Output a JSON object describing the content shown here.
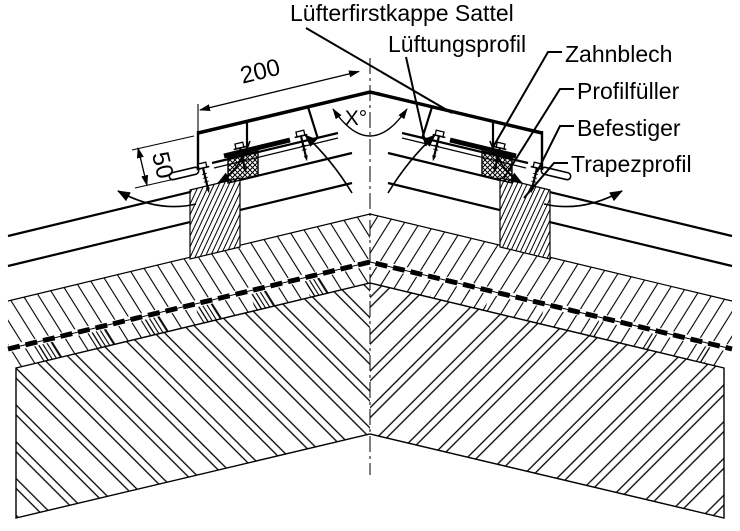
{
  "drawing": {
    "title_context": "roof-ridge-ventilation-detail",
    "background_color": "#ffffff",
    "line_color": "#000000",
    "labels": {
      "ridge_cap": "Lüfterfirstkappe Sattel",
      "vent_profile": "Lüftungsprofil",
      "tooth_sheet": "Zahnblech",
      "profile_filler": "Profilfüller",
      "fastener": "Befestiger",
      "trapez_profile": "Trapezprofil"
    },
    "dimensions": {
      "cap_width": "200",
      "edge_height": "50",
      "ridge_angle": "X°"
    }
  }
}
